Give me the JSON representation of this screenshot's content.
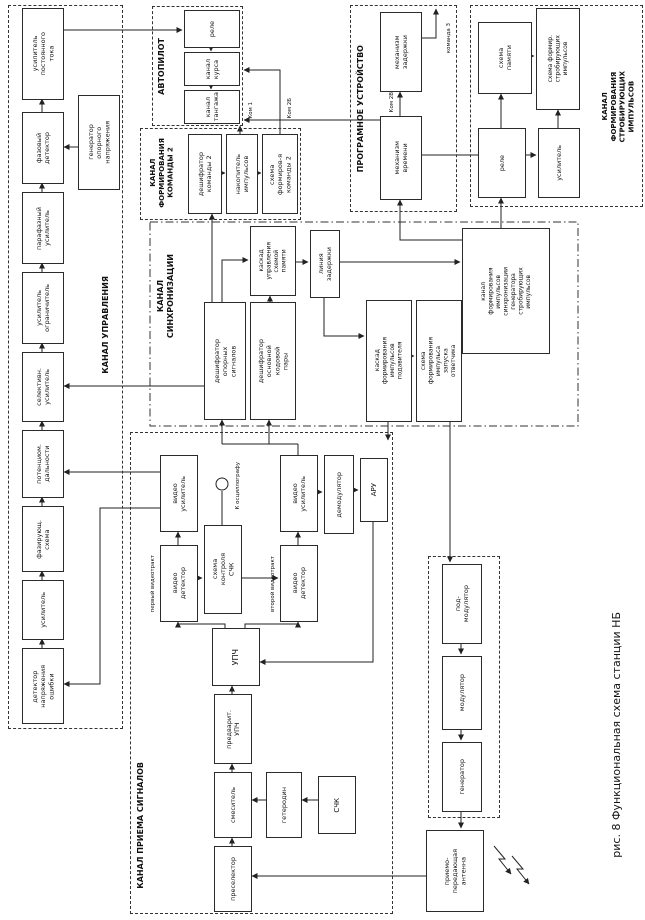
{
  "caption": "рис. 8  Функциональная схема станции НБ",
  "control": {
    "label": "КАНАЛ УПРАВЛЕНИЯ",
    "dc_amp": "усилитель\nпостоянного\nтока",
    "phase_det": "фазовый\nдетектор",
    "paraphase_amp": "парафазный\nусилитель",
    "limiter_amp": "усилитель\nограничитель",
    "selective_amp": "селективн.\nусилитель",
    "range_pot": "потенциом.\nдальности",
    "phasing": "фазирующ.\nсхема",
    "amp": "усилитель",
    "error_det": "детектор\nнапряжения\nошибки",
    "ref_gen": "генератор\nопорного\nнапряжения"
  },
  "autopilot": {
    "label": "АВТОПИЛОТ",
    "relay": "реле",
    "course": "канал\nкурса",
    "pitch": "канал\nтангажа"
  },
  "cmd2": {
    "label": "КАНАЛ\nФОРМИРОВАНИЯ\nКОМАНДЫ 2",
    "decoder": "дешифратор\nкоманды 2",
    "accumulator": "накопитель\nимпульсов",
    "former": "схема\nформиров-я\nкоманды 2"
  },
  "program": {
    "label": "ПРОГРАМНОЕ УСТРОЙСТВО",
    "delay_mech": "механизм\nзадержки",
    "time_mech": "механизм\nвремени"
  },
  "strobe": {
    "label": "КАНАЛ\nФОРМИРОВАНИЯ\nСТРОБИРУЮЩИХ\nИМПУЛЬСОВ",
    "memory": "схема\nпамяти",
    "former": "схема формир.\nстробирующих\nимпульсов",
    "relay": "реле",
    "amp": "усилитель"
  },
  "sync": {
    "label": "КАНАЛ\nСИНХРОНИЗАЦИИ",
    "ref_decoder": "дешифратор\nопорных\nсигналов",
    "pair_decoder": "дешифратор\nосновной\nкодовой\nпары",
    "mem_cascade": "каскад\nуправления\nсхемой\nпамяти",
    "delay_line": "линия\nзадержки",
    "suppressor": "каскад\nформирования\nимпульсов\nподавителя",
    "trigger": "схема\nформирования\nимпульса\nзапуска\nответчика",
    "strobe_sync": "канал\nформирования\nимпульсов\nсинхронизации\nгенератора\nстробирующих\nимпульсов"
  },
  "receiver": {
    "label": "КАНАЛ ПРИЕМА СИГНАЛОВ",
    "vamp1": "видео\nусилитель",
    "vdet1": "видео\nдетектор",
    "schk_ctrl": "схема\nконтроля\nСЧК",
    "vdet2": "видео\nдетектор",
    "vamp2": "видео\nусилитель",
    "demod": "демодулятор",
    "agc": "АРУ",
    "if_amp": "УПЧ",
    "pre_if": "предварит.\nУПЧ",
    "mixer": "смеситель",
    "lo": "гетеродин",
    "schk": "СЧК",
    "presel": "преселектор",
    "path1": "первый видеотракт",
    "path2": "второй видеотракт"
  },
  "tx": {
    "submod": "под-\nмодулятор",
    "mod": "модулятор",
    "gen": "генератор",
    "antenna": "приемо-\nпередающая\nантенна"
  },
  "labels": {
    "kom1": "Ком 1",
    "kom2b": "Ком 2Б",
    "kom2v": "Ком 2В",
    "cmd3": "команда 3",
    "osc": "К осциллографу"
  }
}
